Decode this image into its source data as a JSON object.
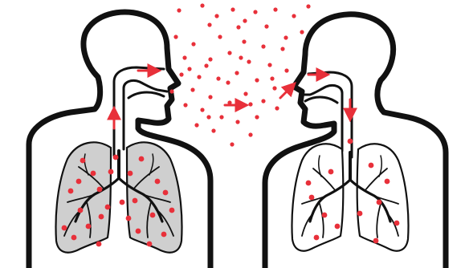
{
  "colors": {
    "background": "#ffffff",
    "outline": "#111111",
    "droplet": "#e8303a",
    "infected_lung_fill": "#cfcfcf",
    "healthy_lung_fill": "#ffffff"
  },
  "figures": [
    {
      "role": "left-person",
      "lungs": "infected",
      "facing": "right"
    },
    {
      "role": "right-person",
      "lungs": "clean",
      "facing": "left"
    }
  ],
  "icons": {
    "left_nasal_arrow": "arrow-right-icon",
    "left_trachea_arrow": "arrow-up-icon",
    "exhale_arrow": "arrow-right-icon",
    "inhale_arrow": "arrow-up-right-icon",
    "right_nasal_arrow": "arrow-right-icon",
    "right_trachea_arrow": "arrow-down-icon"
  }
}
